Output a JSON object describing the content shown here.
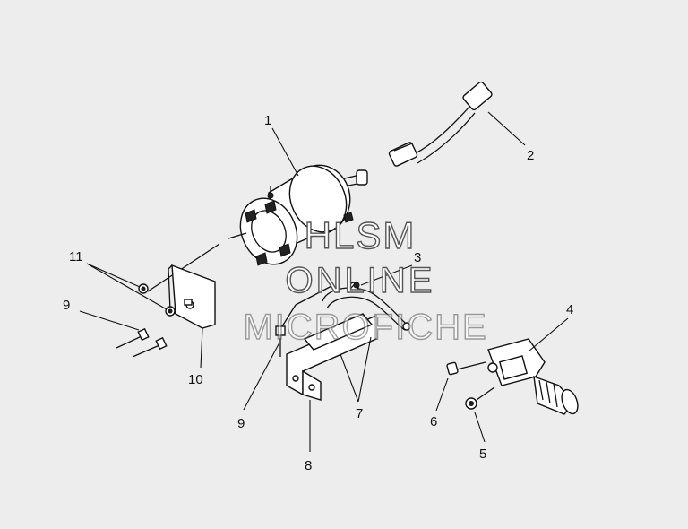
{
  "diagram": {
    "callouts": [
      {
        "id": "1",
        "label": "1"
      },
      {
        "id": "2",
        "label": "2"
      },
      {
        "id": "3",
        "label": "3"
      },
      {
        "id": "4",
        "label": "4"
      },
      {
        "id": "5",
        "label": "5"
      },
      {
        "id": "6",
        "label": "6"
      },
      {
        "id": "7",
        "label": "7"
      },
      {
        "id": "8",
        "label": "8"
      },
      {
        "id": "9a",
        "label": "9"
      },
      {
        "id": "9b",
        "label": "9"
      },
      {
        "id": "10",
        "label": "10"
      },
      {
        "id": "11",
        "label": "11"
      }
    ],
    "watermark": {
      "line1": "HLSM",
      "line2": "ONLINE",
      "line3": "MICROFICHE"
    }
  }
}
